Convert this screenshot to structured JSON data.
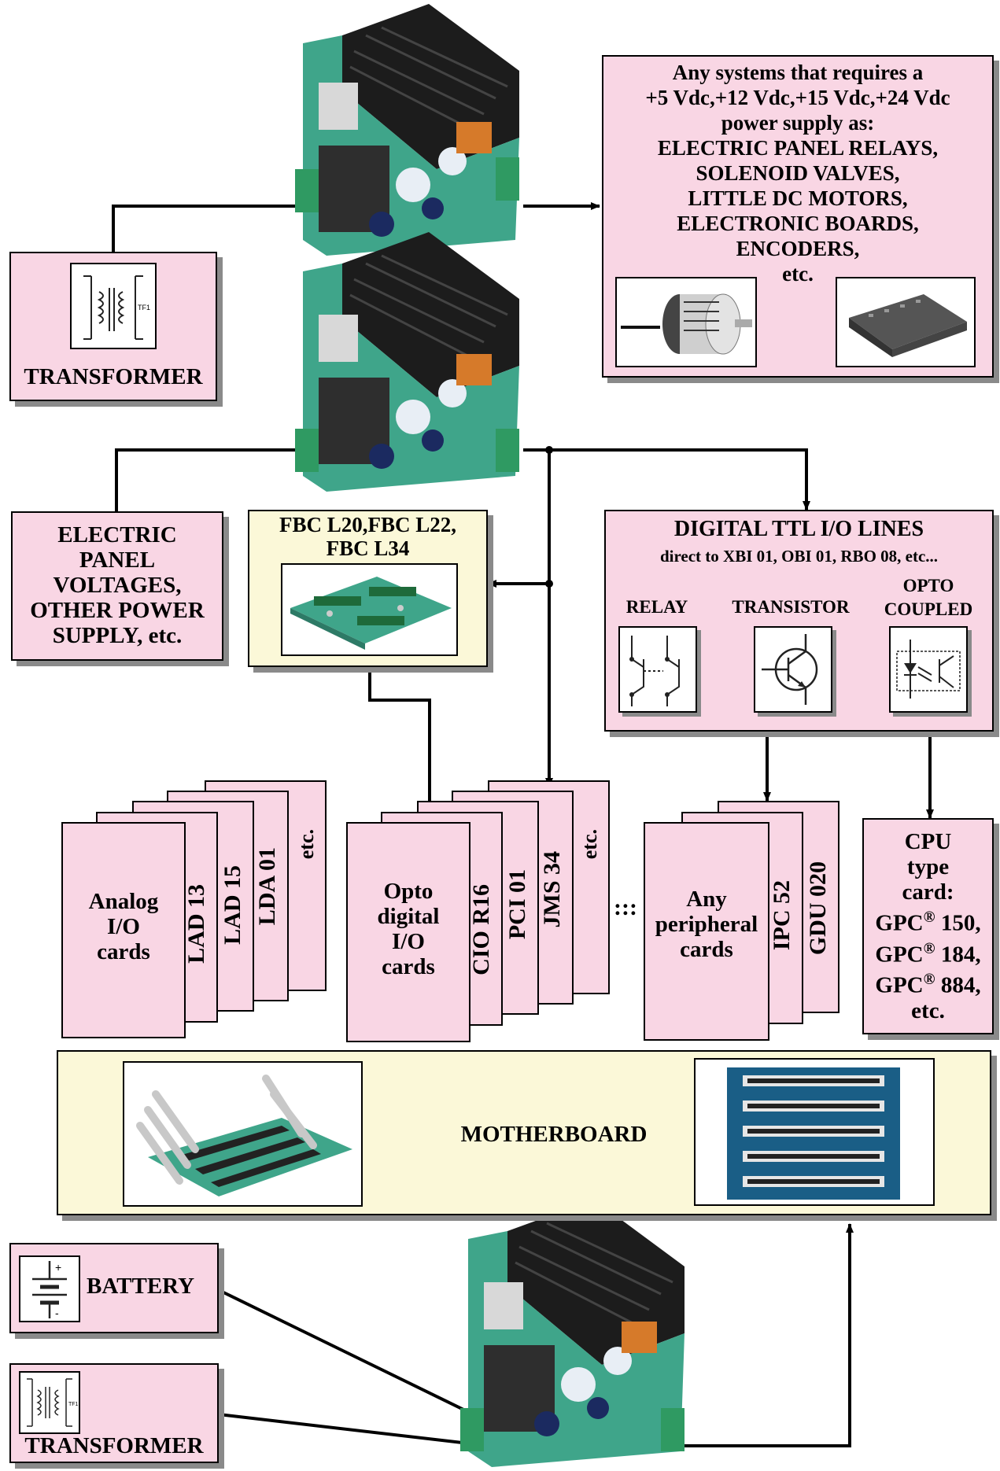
{
  "top_system_box": {
    "lines": [
      "Any systems that requires a",
      "+5 Vdc,+12 Vdc,+15 Vdc,+24 Vdc",
      "power supply as:",
      "ELECTRIC PANEL RELAYS,",
      "SOLENOID VALVES,",
      "LITTLE DC MOTORS,",
      "ELECTRONIC BOARDS,",
      "ENCODERS,",
      "etc."
    ]
  },
  "transformer_top": {
    "label": "TRANSFORMER",
    "symbol_text": "TF1"
  },
  "electric_panel": {
    "lines": [
      "ELECTRIC",
      "PANEL",
      "VOLTAGES,",
      "OTHER POWER",
      "SUPPLY, etc."
    ]
  },
  "fbc_box": {
    "lines": [
      "FBC L20,FBC L22,",
      "FBC L34"
    ]
  },
  "digital_ttl": {
    "title": "DIGITAL TTL I/O LINES",
    "subtitle": "direct to XBI 01, OBI 01, RBO 08, etc...",
    "relay": "RELAY",
    "transistor": "TRANSISTOR",
    "opto_line1": "OPTO",
    "opto_line2": "COUPLED"
  },
  "analog_stack": {
    "front_lines": [
      "Analog",
      "I/O",
      "cards"
    ],
    "cards": [
      "LAD 13",
      "LAD 15",
      "LDA 01",
      "etc."
    ]
  },
  "opto_stack": {
    "front_lines": [
      "Opto",
      "digital",
      "I/O",
      "cards"
    ],
    "cards": [
      "CIO R16",
      "PCI 01",
      "JMS 34",
      "etc."
    ]
  },
  "ellipsis": ":::",
  "peripheral_stack": {
    "front_lines": [
      "Any",
      "peripheral",
      "cards"
    ],
    "cards": [
      "IPC 52",
      "GDU 020"
    ]
  },
  "cpu_box": {
    "lines": [
      "CPU",
      "type",
      "card:"
    ],
    "models": [
      {
        "prefix": "GPC",
        "reg": "®",
        "num": " 150,"
      },
      {
        "prefix": "GPC",
        "reg": "®",
        "num": " 184,"
      },
      {
        "prefix": "GPC",
        "reg": "®",
        "num": " 884,"
      }
    ],
    "tail": "etc."
  },
  "motherboard": {
    "label": "MOTHERBOARD"
  },
  "battery": {
    "label": "BATTERY"
  },
  "transformer_bottom": {
    "label": "TRANSFORMER",
    "symbol_text": "TF1"
  },
  "colors": {
    "pink": "#f9d6e4",
    "cream": "#fbf8d8",
    "shadow": "#8a8a8a",
    "heatsink": "#1c1c1c",
    "pcb": "#3fa58a"
  }
}
